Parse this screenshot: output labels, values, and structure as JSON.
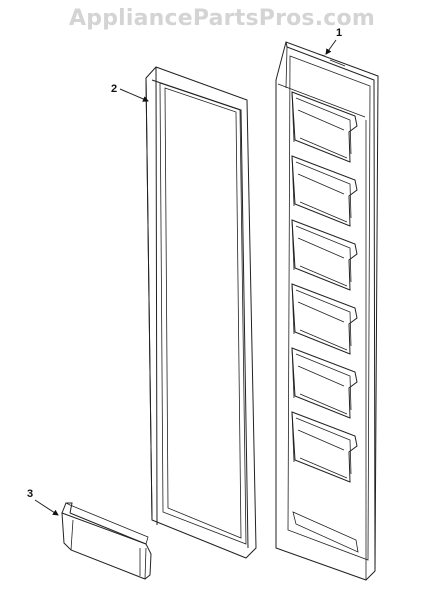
{
  "watermark": {
    "text": "AppliancePartsPros.com"
  },
  "callouts": [
    {
      "id": "door-outer-panel",
      "label": "1"
    },
    {
      "id": "door-gasket",
      "label": "2"
    },
    {
      "id": "door-shelf-bin",
      "label": "3"
    }
  ],
  "colors": {
    "line": "#222222",
    "watermark": "#d4d4d4",
    "background": "#ffffff"
  },
  "door_liner_bins": 6
}
